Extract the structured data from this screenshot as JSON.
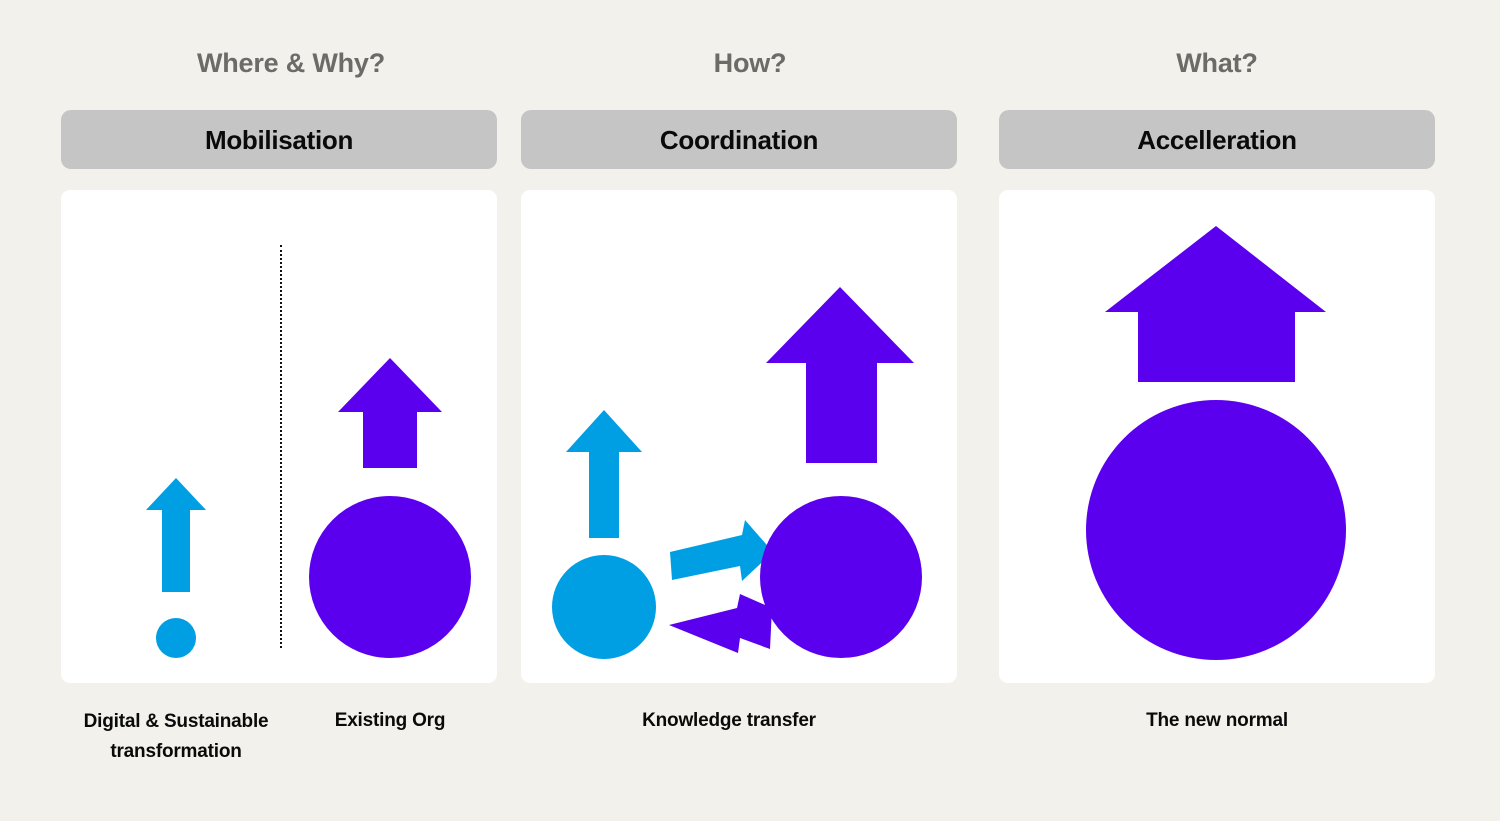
{
  "page": {
    "background_color": "#F2F1EC",
    "title": "Transformation Journey"
  },
  "colors": {
    "blue": "#009FE3",
    "purple": "#5B00EE",
    "pill_grey": "#C5C5C5",
    "question_grey": "#6E6A67",
    "panel_white": "#FFFFFF",
    "text_black": "#0A0A0A"
  },
  "columns": [
    {
      "question": "Where & Why?",
      "stage": "Mobilisation",
      "captions": [
        "Digital & Sustainable transformation",
        "Existing Org"
      ],
      "shapes": [
        {
          "name": "small-blue-arrow-up",
          "color": "#009FE3"
        },
        {
          "name": "small-blue-circle",
          "color": "#009FE3"
        },
        {
          "name": "dotted-divider",
          "color": "#111111"
        },
        {
          "name": "medium-purple-arrow-up",
          "color": "#5B00EE"
        },
        {
          "name": "medium-purple-circle",
          "color": "#5B00EE"
        }
      ]
    },
    {
      "question": "How?",
      "stage": "Coordination",
      "captions": [
        "Knowledge transfer"
      ],
      "shapes": [
        {
          "name": "medium-blue-arrow-up",
          "color": "#009FE3"
        },
        {
          "name": "medium-blue-circle",
          "color": "#009FE3"
        },
        {
          "name": "blue-arrow-right",
          "color": "#009FE3"
        },
        {
          "name": "purple-arrow-left",
          "color": "#5B00EE"
        },
        {
          "name": "large-purple-arrow-up",
          "color": "#5B00EE"
        },
        {
          "name": "medium-purple-circle",
          "color": "#5B00EE"
        }
      ]
    },
    {
      "question": "What?",
      "stage": "Accelleration",
      "captions": [
        "The new normal"
      ],
      "shapes": [
        {
          "name": "large-purple-arrow-up",
          "color": "#5B00EE"
        },
        {
          "name": "large-purple-circle",
          "color": "#5B00EE"
        }
      ]
    }
  ],
  "captions": {
    "digital_sustainable": "Digital & Sustainable transformation",
    "existing_org": "Existing Org",
    "knowledge_transfer": "Knowledge transfer",
    "the_new_normal": "The new normal"
  },
  "questions": {
    "where_why": "Where & Why?",
    "how": "How?",
    "what": "What?"
  },
  "stages": {
    "mobilisation": "Mobilisation",
    "coordination": "Coordination",
    "accelleration": "Accelleration"
  }
}
